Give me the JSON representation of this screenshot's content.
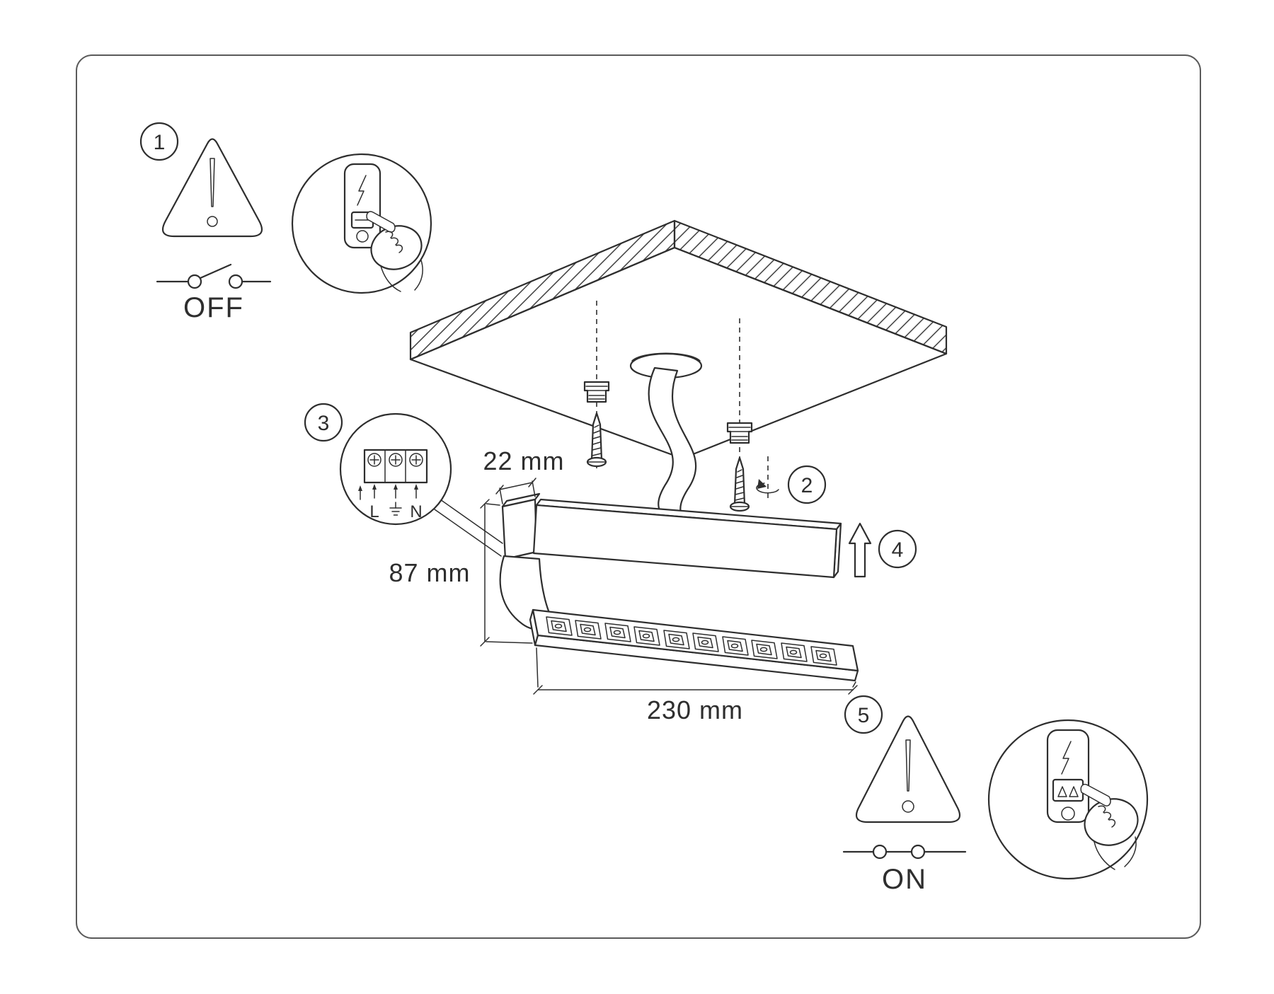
{
  "diagram": {
    "background": "#ffffff",
    "line_color": "#2e2e2e",
    "steps": [
      {
        "badge": "1",
        "caption": "OFF"
      },
      {
        "badge": "2"
      },
      {
        "badge": "3"
      },
      {
        "badge": "4"
      },
      {
        "badge": "5",
        "caption": "ON"
      }
    ],
    "dimensions": {
      "canopy_depth": "22 mm",
      "height": "87 mm",
      "length": "230 mm"
    },
    "terminal_labels": {
      "live": "L",
      "neutral": "N"
    },
    "icons": [
      "warning-triangle",
      "switch-off-symbol",
      "switch-on-symbol",
      "lightning-bolt",
      "pressing-hand",
      "rotation-arrow",
      "lift-arrow",
      "earth-ground",
      "wall-anchor",
      "screw",
      "terminal-block"
    ]
  }
}
